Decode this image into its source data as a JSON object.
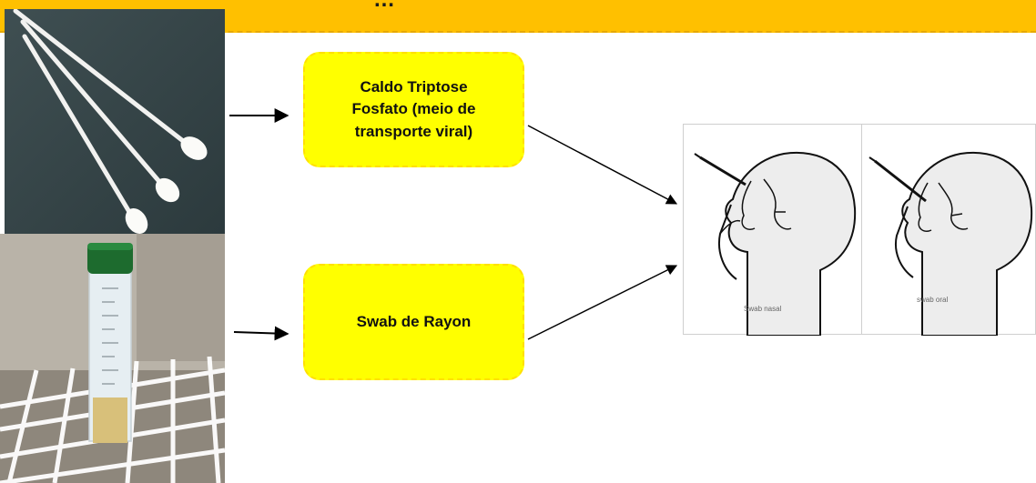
{
  "banner": {
    "text": "…"
  },
  "boxes": {
    "caldo": {
      "lines": [
        "Caldo Triptose",
        "Fosfato (meio de",
        "transporte viral)"
      ]
    },
    "swab": {
      "label": "Swab de Rayon"
    }
  },
  "diagram": {
    "panels": [
      {
        "caption": "Swab nasal"
      },
      {
        "caption": "swab oral"
      }
    ]
  },
  "colors": {
    "banner": "#ffc000",
    "label_box": "#ffff00",
    "arrow": "#000000",
    "tube_cap": "#1d6b2e"
  },
  "icons": [
    "cotton-swabs-photo",
    "collection-tube-photo",
    "nasal-swab-illustration",
    "oral-swab-illustration"
  ]
}
